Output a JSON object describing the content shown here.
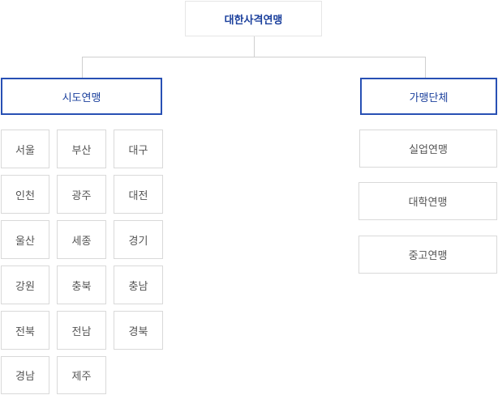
{
  "root": {
    "label": "대한사격연맹"
  },
  "categories": [
    {
      "label": "시도연맹"
    },
    {
      "label": "가맹단체"
    }
  ],
  "regional": [
    "서울",
    "부산",
    "대구",
    "인천",
    "광주",
    "대전",
    "울산",
    "세종",
    "경기",
    "강원",
    "충북",
    "충남",
    "전북",
    "전남",
    "경북",
    "경남",
    "제주"
  ],
  "affiliated": [
    "실업연맹",
    "대학연맹",
    "중고연맹"
  ],
  "colors": {
    "accent": "#2850b4",
    "accent_text": "#1a3f9c",
    "border": "#d9d9d9",
    "connector": "#cfcfcf"
  }
}
